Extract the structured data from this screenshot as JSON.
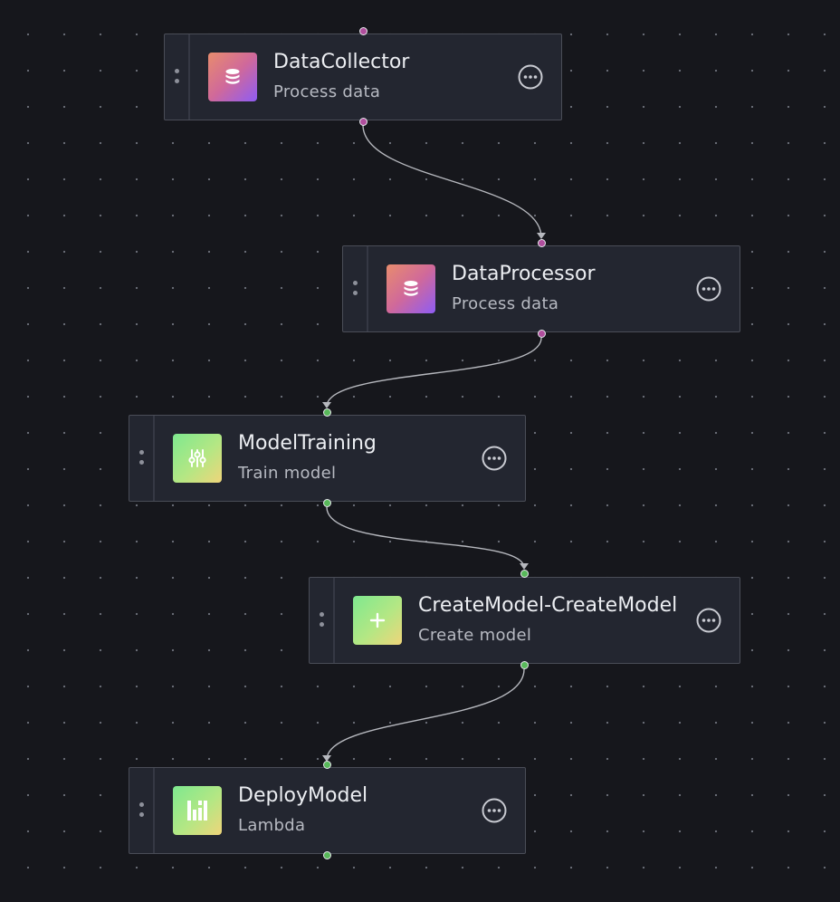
{
  "canvas": {
    "background": "#16171c",
    "grid_dot_color": "#6b6e78",
    "edge_color": "#b6b8be"
  },
  "icon_colors": {
    "process": "purple-gradient",
    "model": "green-gradient"
  },
  "nodes": [
    {
      "title": "DataCollector",
      "subtitle": "Process data",
      "icon": "database-icon",
      "port_color": "pink"
    },
    {
      "title": "DataProcessor",
      "subtitle": "Process data",
      "icon": "database-icon",
      "port_color": "pink"
    },
    {
      "title": "ModelTraining",
      "subtitle": "Train model",
      "icon": "sliders-icon",
      "port_color": "green"
    },
    {
      "title": "CreateModel-CreateModel",
      "subtitle": "Create model",
      "icon": "plus-icon",
      "port_color": "green"
    },
    {
      "title": "DeployModel",
      "subtitle": "Lambda",
      "icon": "lambda-bars-icon",
      "port_color": "green"
    }
  ],
  "edges": [
    {
      "from": "DataCollector",
      "to": "DataProcessor"
    },
    {
      "from": "DataProcessor",
      "to": "ModelTraining"
    },
    {
      "from": "ModelTraining",
      "to": "CreateModel-CreateModel"
    },
    {
      "from": "CreateModel-CreateModel",
      "to": "DeployModel"
    }
  ]
}
